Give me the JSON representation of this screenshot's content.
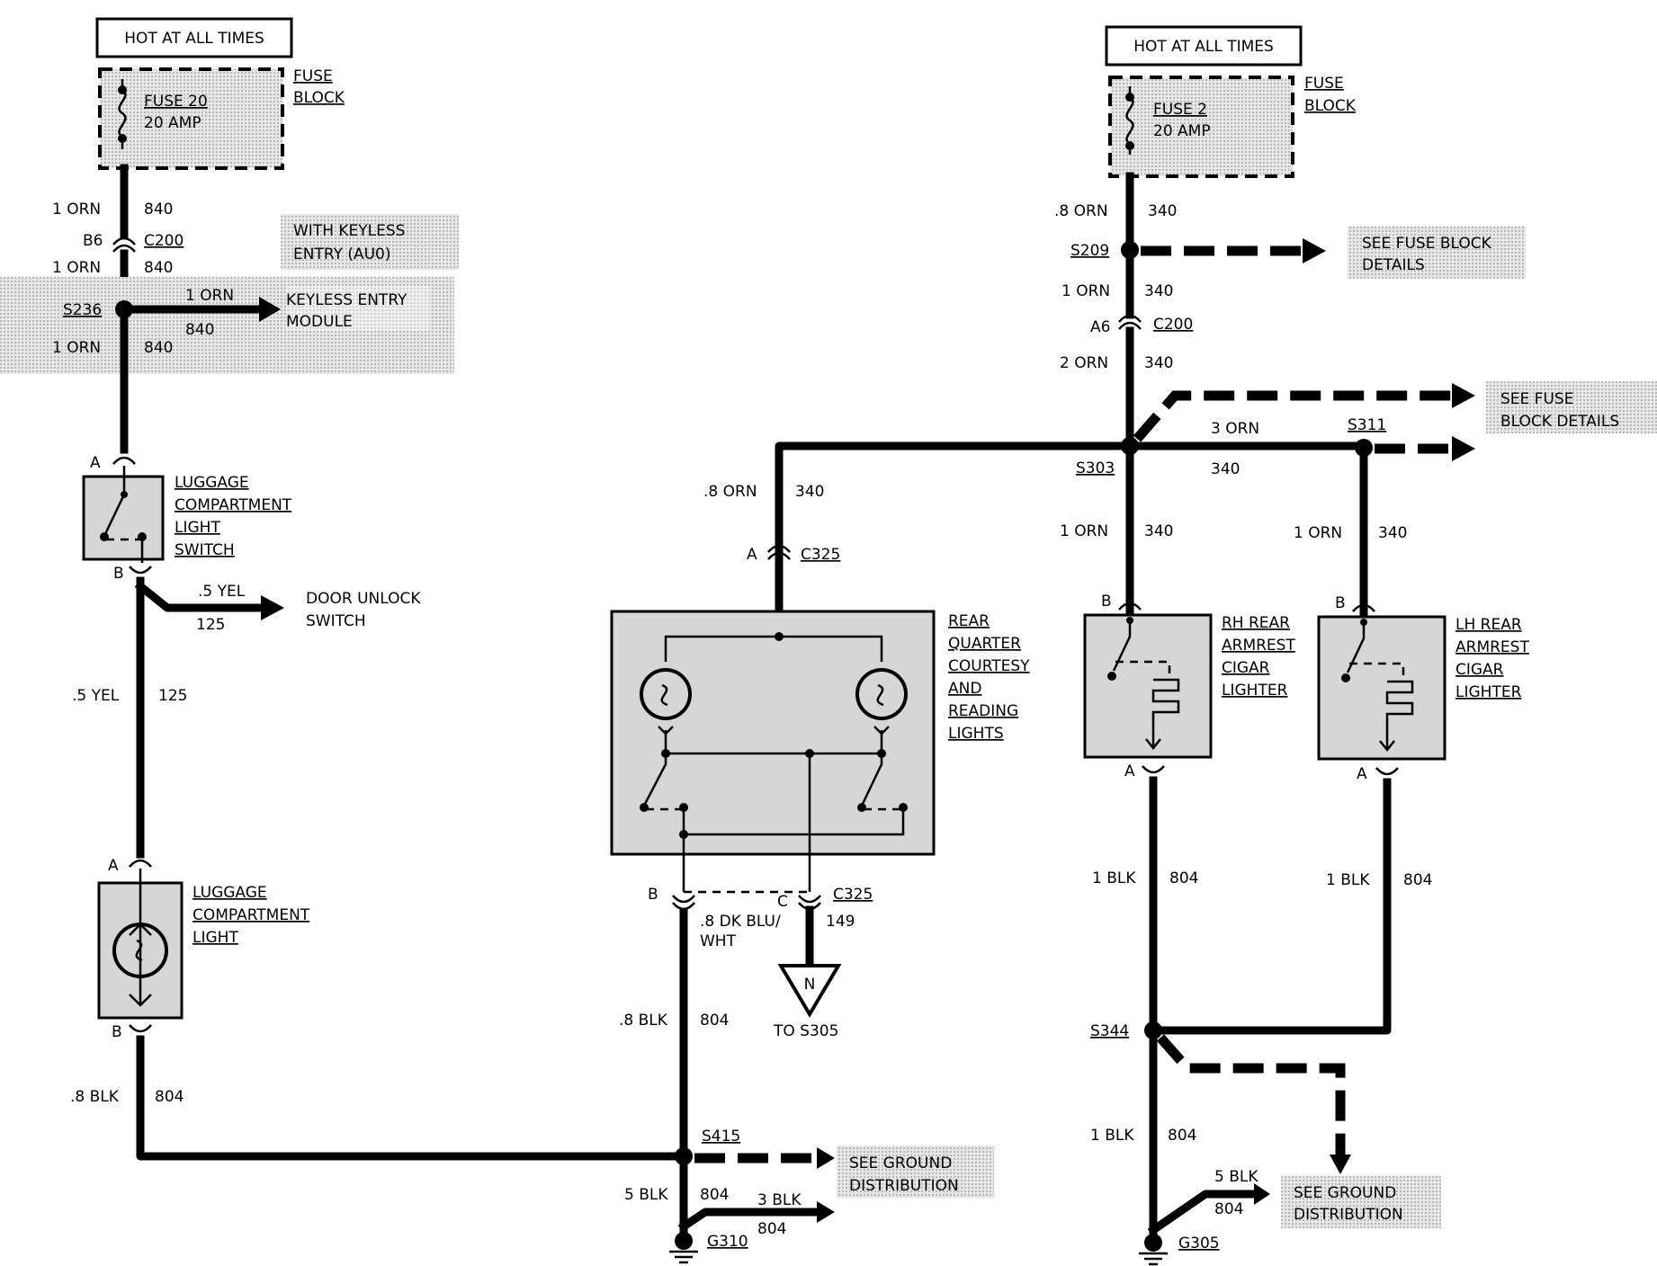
{
  "left": {
    "hot_label": "HOT AT ALL TIMES",
    "fuse_line1": "FUSE 20",
    "fuse_line2": "20 AMP",
    "fuse_block_1": "FUSE",
    "fuse_block_2": "BLOCK",
    "w1_color": "1 ORN",
    "w1_circuit": "840",
    "c200_pin": "B6",
    "c200": "C200",
    "keyless_note_1": "WITH KEYLESS",
    "keyless_note_2": "ENTRY (AU0)",
    "w2_color": "1 ORN",
    "w2_circuit": "840",
    "s236": "S236",
    "branch_color": "1 ORN",
    "branch_circuit": "840",
    "keyless_module_1": "KEYLESS ENTRY",
    "keyless_module_2": "MODULE",
    "w3_color": "1 ORN",
    "w3_circuit": "840",
    "switch_pin_a": "A",
    "switch_name_1": "LUGGAGE",
    "switch_name_2": "COMPARTMENT",
    "switch_name_3": "LIGHT",
    "switch_name_4": "SWITCH",
    "switch_pin_b": "B",
    "door_color": ".5 YEL",
    "door_circuit": "125",
    "door_unlock_1": "DOOR UNLOCK",
    "door_unlock_2": "SWITCH",
    "w4_color": ".5 YEL",
    "w4_circuit": "125",
    "light_pin_a": "A",
    "light_name_1": "LUGGAGE",
    "light_name_2": "COMPARTMENT",
    "light_name_3": "LIGHT",
    "light_pin_b": "B",
    "w5_color": ".8 BLK",
    "w5_circuit": "804"
  },
  "center": {
    "w_color": ".8 ORN",
    "w_circuit": "340",
    "c325_pin_a": "A",
    "c325_top": "C325",
    "lights_1": "REAR",
    "lights_2": "QUARTER",
    "lights_3": "COURTESY",
    "lights_4": "AND",
    "lights_5": "READING",
    "lights_6": "LIGHTS",
    "pin_b": "B",
    "pin_c": "C",
    "c325_bottom": "C325",
    "dkblu_color_1": ".8 DK BLU/",
    "dkblu_color_2": "WHT",
    "dkblu_circuit": "149",
    "n_label": "N",
    "to_s305": "TO S305",
    "blk_color": ".8 BLK",
    "blk_circuit": "804",
    "s415": "S415",
    "ground_note_1": "SEE GROUND",
    "ground_note_2": "DISTRIBUTION",
    "g_color": "5 BLK",
    "g_circuit": "804",
    "g_branch_color": "3 BLK",
    "g_branch_circuit": "804",
    "g310": "G310"
  },
  "right": {
    "hot_label": "HOT AT ALL TIMES",
    "fuse_line1": "FUSE 2",
    "fuse_line2": "20 AMP",
    "fuse_block_1": "FUSE",
    "fuse_block_2": "BLOCK",
    "w1_color": ".8 ORN",
    "w1_circuit": "340",
    "s209": "S209",
    "fuse_details_1a": "SEE FUSE BLOCK",
    "fuse_details_1b": "DETAILS",
    "w2_color": "1 ORN",
    "w2_circuit": "340",
    "c200_pin": "A6",
    "c200": "C200",
    "w3_color": "2 ORN",
    "w3_circuit": "340",
    "fuse_details_2a": "SEE FUSE",
    "fuse_details_2b": "BLOCK DETAILS",
    "s303": "S303",
    "h_color": "3 ORN",
    "h_circuit": "340",
    "s311": "S311",
    "rh_color": "1 ORN",
    "rh_circuit": "340",
    "lh_color": "1 ORN",
    "lh_circuit": "340",
    "rh_pin_b": "B",
    "rh_name_1": "RH REAR",
    "rh_name_2": "ARMREST",
    "rh_name_3": "CIGAR",
    "rh_name_4": "LIGHTER",
    "lh_pin_b": "B",
    "lh_name_1": "LH REAR",
    "lh_name_2": "ARMREST",
    "lh_name_3": "CIGAR",
    "lh_name_4": "LIGHTER",
    "rh_pin_a": "A",
    "lh_pin_a": "A",
    "rh_blk_color": "1 BLK",
    "rh_blk_circuit": "804",
    "lh_blk_color": "1 BLK",
    "lh_blk_circuit": "804",
    "s344": "S344",
    "bot_color": "1 BLK",
    "bot_circuit": "804",
    "g_color": "5 BLK",
    "g_circuit": "804",
    "ground_note_1": "SEE GROUND",
    "ground_note_2": "DISTRIBUTION",
    "g305": "G305"
  }
}
